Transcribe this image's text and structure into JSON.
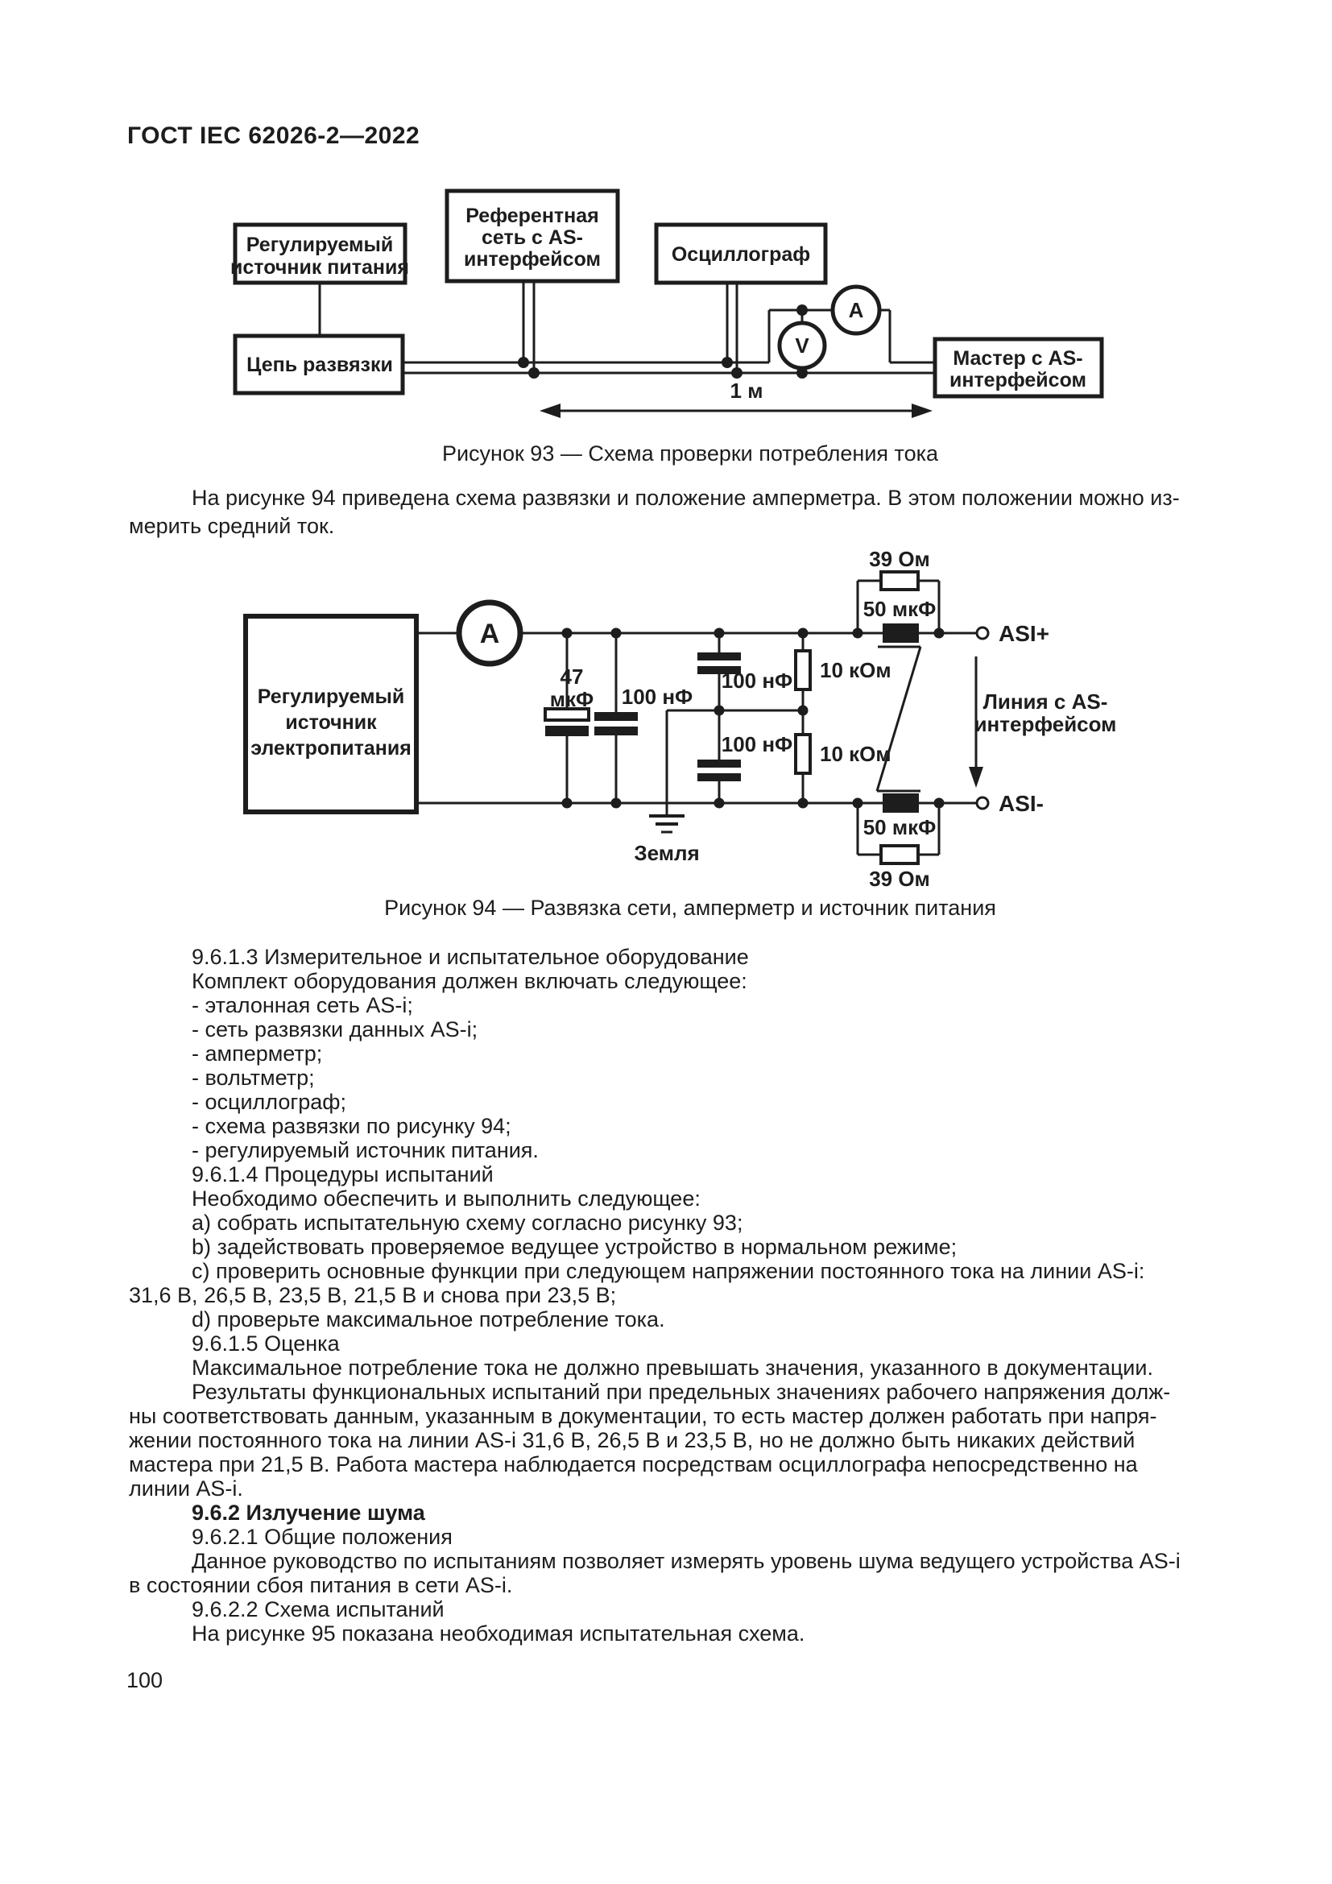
{
  "page": {
    "header": "ГОСТ IEC 62026-2—2022",
    "number": "100"
  },
  "figure93": {
    "caption": "Рисунок 93 — Схема проверки потребления тока",
    "boxes": {
      "source": [
        "Регулируемый",
        "источник питания"
      ],
      "refnet": [
        "Референтная",
        "сеть с AS-",
        "интерфейсом"
      ],
      "oscilloscope": "Осциллограф",
      "decoupling": "Цепь развязки",
      "master": [
        "Мастер с AS-",
        "интерфейсом"
      ]
    },
    "meters": {
      "voltmeter": "V",
      "ammeter": "A"
    },
    "dimension": "1 м"
  },
  "intro": [
    "На рисунке 94 приведена схема развязки и положение амперметра. В этом положении можно из-",
    "мерить средний ток."
  ],
  "figure94": {
    "caption": "Рисунок 94 — Развязка сети, амперметр и источник питания",
    "source_box": [
      "Регулируемый",
      "источник",
      "электропитания"
    ],
    "ammeter": "A",
    "labels": {
      "r39_top": "39 Ом",
      "c50_top": "50 мкФ",
      "asi_plus": "ASI+",
      "c47_value": "47",
      "c47_unit": "мкФ",
      "c100_left": "100 нФ",
      "c100_upper": "100 нФ",
      "c100_lower": "100 нФ",
      "r10_upper": "10 кОм",
      "r10_lower": "10 кОм",
      "ground": "Земля",
      "line_label_1": "Линия с AS-",
      "line_label_2": "интерфейсом",
      "c50_bottom": "50 мкФ",
      "r39_bottom": "39 Ом",
      "asi_minus": "ASI-"
    }
  },
  "body": [
    "9.6.1.3 Измерительное и испытательное оборудование",
    "Комплект оборудования должен включать следующее:",
    "- эталонная сеть AS-i;",
    "- сеть развязки данных AS-i;",
    "- амперметр;",
    "- вольтметр;",
    "- осциллограф;",
    "- схема развязки по рисунку 94;",
    "- регулируемый источник питания.",
    "9.6.1.4 Процедуры испытаний",
    "Необходимо обеспечить и выполнить следующее:",
    "a) собрать испытательную схему согласно рисунку 93;",
    "b) задействовать проверяемое ведущее устройство в нормальном режиме;",
    "c) проверить основные функции при следующем напряжении постоянного тока на линии AS-i:",
    "31,6 В, 26,5 В, 23,5 В, 21,5 В и снова при 23,5 В;",
    "d) проверьте максимальное потребление тока.",
    "9.6.1.5 Оценка",
    "Максимальное потребление тока не должно превышать значения, указанного в документации.",
    "Результаты функциональных испытаний при предельных значениях рабочего напряжения долж-",
    "ны соответствовать данным, указанным в документации, то есть мастер должен работать при напря-",
    "жении постоянного тока на линии AS-i 31,6 В, 26,5 В и 23,5 В, но не должно быть никаких действий",
    "мастера при 21,5 В. Работа мастера наблюдается посредствам осциллографа непосредственно на",
    "линии AS-i.",
    "9.6.2 Излучение шума",
    "9.6.2.1 Общие положения",
    "Данное руководство по испытаниям позволяет измерять уровень шума ведущего устройства AS-i",
    "в состоянии сбоя питания в сети AS-i.",
    "9.6.2.2 Схема испытаний",
    "На рисунке 95 показана необходимая испытательная схема."
  ]
}
